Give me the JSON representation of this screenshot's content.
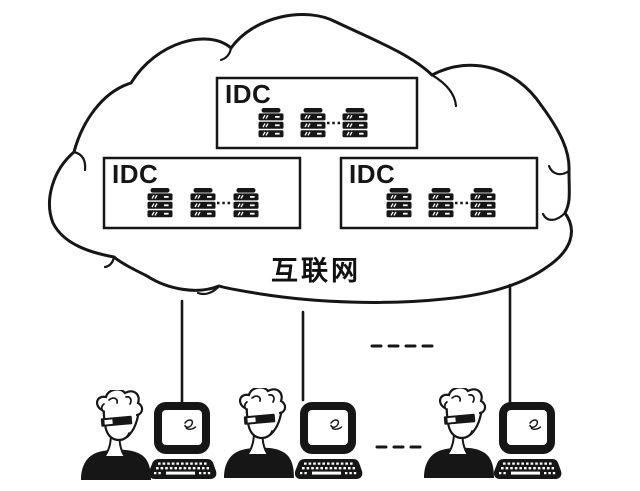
{
  "page": {
    "background": "#ffffff",
    "ink": "#161616"
  },
  "cloud": {
    "label": "互联网"
  },
  "idc_boxes": [
    {
      "position": "top",
      "label": "IDC",
      "server_stacks": 3
    },
    {
      "position": "left",
      "label": "IDC",
      "server_stacks": 3
    },
    {
      "position": "right",
      "label": "IDC",
      "server_stacks": 3
    }
  ],
  "connections": {
    "solid_lines": 3,
    "dashed_ellipsis_lines": 2
  },
  "clients": [
    {
      "type": "user-with-terminal"
    },
    {
      "type": "user-with-terminal"
    },
    {
      "type": "user-with-terminal"
    }
  ]
}
